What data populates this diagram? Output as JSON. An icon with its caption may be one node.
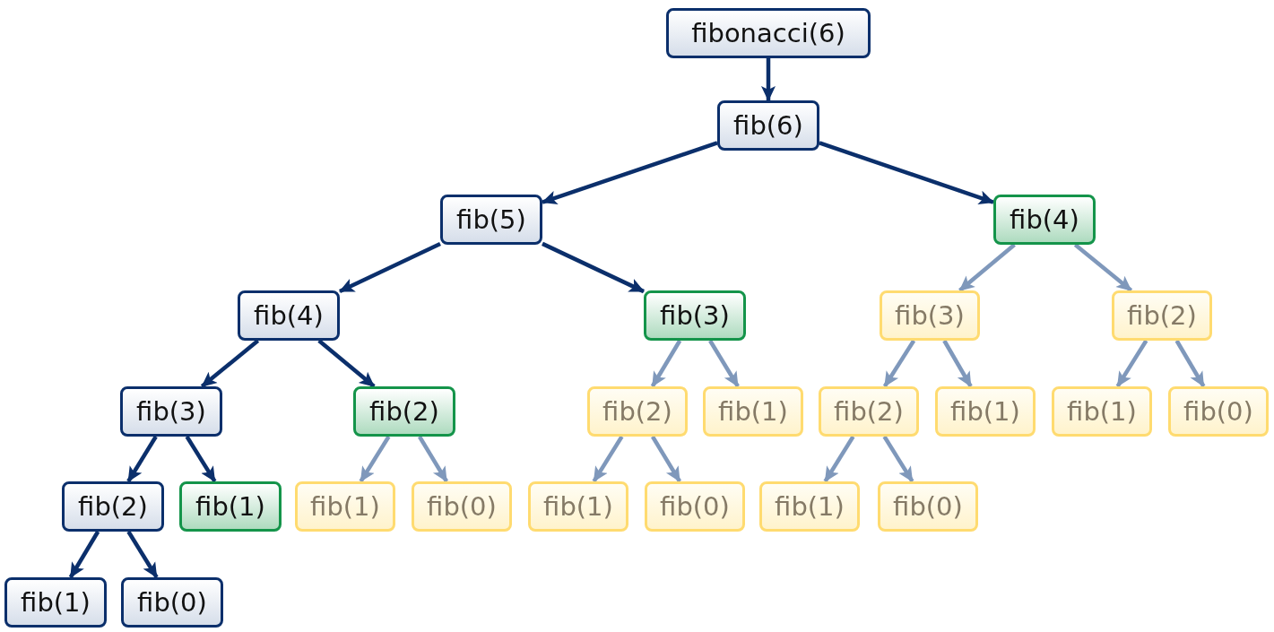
{
  "diagram": {
    "nodes": [
      {
        "text": [
          "fibonacci(6)"
        ]
      },
      {
        "text": [
          "fib(6)"
        ]
      },
      {
        "text": [
          "fib(5)"
        ]
      },
      {
        "text": [
          "fib(4)"
        ]
      },
      {
        "text": [
          "fib(4)"
        ]
      },
      {
        "text": [
          "fib(3)"
        ]
      },
      {
        "text": [
          "fib(3)"
        ]
      },
      {
        "text": [
          "fib(2)"
        ]
      },
      {
        "text": [
          "fib(3)"
        ]
      },
      {
        "text": [
          "fib(2)"
        ]
      },
      {
        "text": [
          "fib(2)"
        ]
      },
      {
        "text": [
          "fib(1)"
        ]
      },
      {
        "text": [
          "fib(2)"
        ]
      },
      {
        "text": [
          "fib(1)"
        ]
      },
      {
        "text": [
          "fib(1)"
        ]
      },
      {
        "text": [
          "fib(0)"
        ]
      },
      {
        "text": [
          "fib(2)"
        ]
      },
      {
        "text": [
          "fib(1)"
        ]
      },
      {
        "text": [
          "fib(1)"
        ]
      },
      {
        "text": [
          "fib(0)"
        ]
      },
      {
        "text": [
          "fib(1)"
        ]
      },
      {
        "text": [
          "fib(0)"
        ]
      },
      {
        "text": [
          "fib(1)"
        ]
      },
      {
        "text": [
          "fib(0)"
        ]
      },
      {
        "text": [
          "fib(1)"
        ]
      },
      {
        "text": [
          "fib(0)"
        ]
      }
    ],
    "edges": [
      {
        "from": 0,
        "to": 1,
        "arrow": "to",
        "color": "#0b2f6b"
      },
      {
        "from": 1,
        "to": 2,
        "arrow": "to",
        "color": "#0b2f6b"
      },
      {
        "from": 1,
        "to": 3,
        "arrow": "to",
        "color": "#0b2f6b"
      },
      {
        "from": 2,
        "to": 4,
        "arrow": "to",
        "color": "#0b2f6b"
      },
      {
        "from": 2,
        "to": 5,
        "arrow": "to",
        "color": "#0b2f6b"
      },
      {
        "from": 3,
        "to": 6,
        "arrow": "to"
      },
      {
        "from": 3,
        "to": 7,
        "arrow": "to"
      },
      {
        "from": 4,
        "to": 8,
        "arrow": "to",
        "color": "#0b2f6b"
      },
      {
        "from": 4,
        "to": 9,
        "arrow": "to",
        "color": "#0b2f6b"
      },
      {
        "from": 5,
        "to": 10,
        "arrow": "to"
      },
      {
        "from": 5,
        "to": 11,
        "arrow": "to"
      },
      {
        "from": 6,
        "to": 12,
        "arrow": "to"
      },
      {
        "from": 6,
        "to": 13,
        "arrow": "to"
      },
      {
        "from": 7,
        "to": 14,
        "arrow": "to"
      },
      {
        "from": 7,
        "to": 15,
        "arrow": "to"
      },
      {
        "from": 8,
        "to": 16,
        "arrow": "to",
        "color": "#0b2f6b"
      },
      {
        "from": 8,
        "to": 17,
        "arrow": "to",
        "color": "#0b2f6b"
      },
      {
        "from": 9,
        "to": 18,
        "arrow": "to"
      },
      {
        "from": 9,
        "to": 19,
        "arrow": "to"
      },
      {
        "from": 10,
        "to": 20,
        "arrow": "to"
      },
      {
        "from": 10,
        "to": 21,
        "arrow": "to"
      },
      {
        "from": 12,
        "to": 22,
        "arrow": "to"
      },
      {
        "from": 12,
        "to": 23,
        "arrow": "to"
      },
      {
        "from": 16,
        "to": 24,
        "arrow": "to",
        "color": "#0b2f6b"
      },
      {
        "from": 16,
        "to": 25,
        "arrow": "to",
        "color": "#0b2f6b"
      }
    ]
  }
}
